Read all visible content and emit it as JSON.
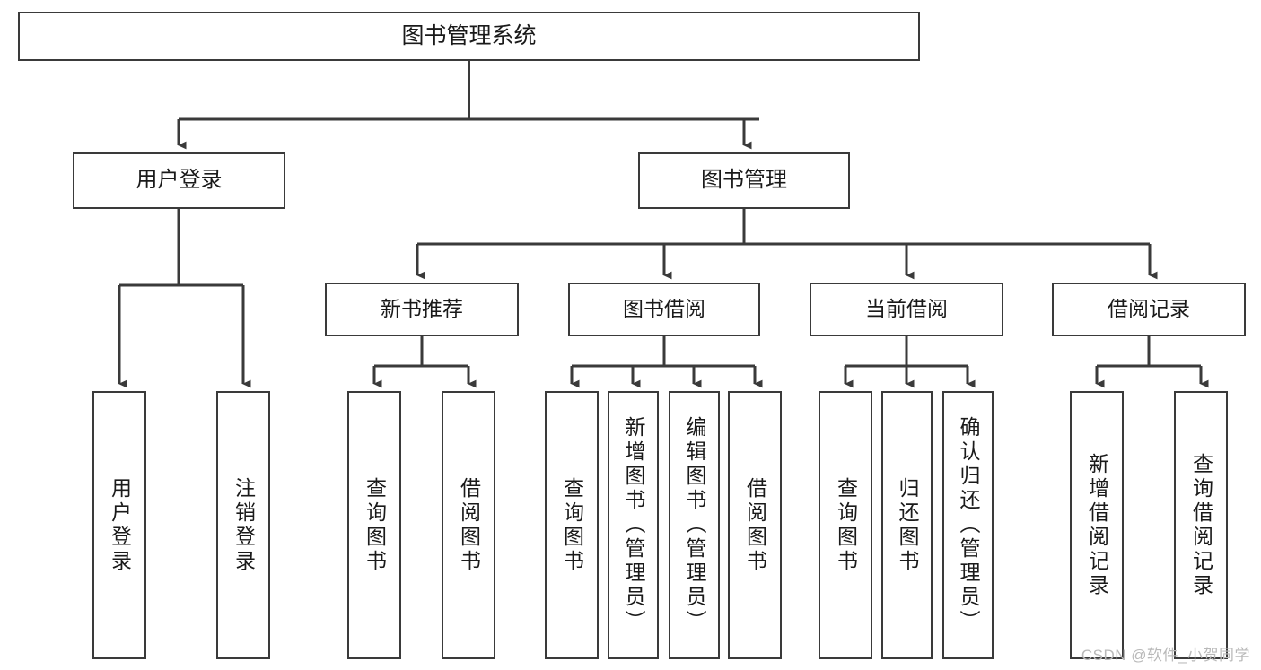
{
  "diagram": {
    "type": "tree",
    "title": "图书管理系统",
    "watermark": "CSDN @软件_小贺同学",
    "colors": {
      "box_border": "#3a3a3a",
      "box_fill": "#ffffff",
      "connector": "#3a3a3a",
      "text": "#1a1a1a",
      "watermark": "#b9b9b9"
    },
    "root": {
      "label": "图书管理系统"
    },
    "level2": [
      {
        "label": "用户登录"
      },
      {
        "label": "图书管理"
      }
    ],
    "level3": [
      {
        "label": "新书推荐"
      },
      {
        "label": "图书借阅"
      },
      {
        "label": "当前借阅"
      },
      {
        "label": "借阅记录"
      }
    ],
    "leaves": [
      {
        "label": "用户登录",
        "parent": "用户登录"
      },
      {
        "label": "注销登录",
        "parent": "用户登录"
      },
      {
        "label": "查询图书",
        "parent": "新书推荐"
      },
      {
        "label": "借阅图书",
        "parent": "新书推荐"
      },
      {
        "label": "查询图书",
        "parent": "图书借阅"
      },
      {
        "label": "新增图书（管理员）",
        "parent": "图书借阅"
      },
      {
        "label": "编辑图书（管理员）",
        "parent": "图书借阅"
      },
      {
        "label": "借阅图书",
        "parent": "图书借阅"
      },
      {
        "label": "查询图书",
        "parent": "当前借阅"
      },
      {
        "label": "归还图书",
        "parent": "当前借阅"
      },
      {
        "label": "确认归还（管理员）",
        "parent": "当前借阅"
      },
      {
        "label": "新增借阅记录",
        "parent": "借阅记录"
      },
      {
        "label": "查询借阅记录",
        "parent": "借阅记录"
      }
    ]
  }
}
